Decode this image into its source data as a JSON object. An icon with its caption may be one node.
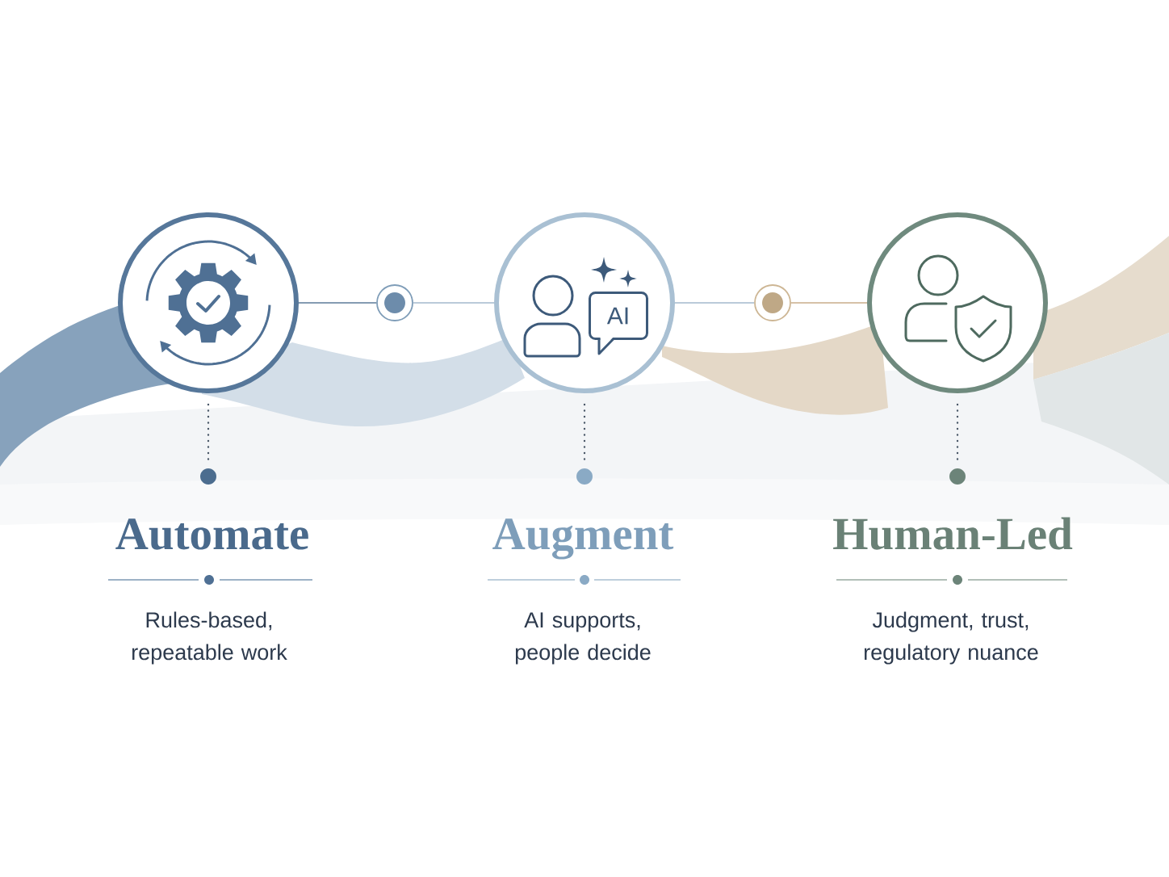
{
  "diagram": {
    "nodes": [
      {
        "text": [],
        "shape": "circle"
      },
      {
        "text": [],
        "shape": "circle"
      },
      {
        "text": [],
        "shape": "circle"
      },
      {
        "text": [
          "AI"
        ],
        "in": 2
      },
      {
        "text": [],
        "shape": "circle"
      },
      {
        "text": [],
        "shape": "circle"
      },
      {
        "text": [],
        "shape": "circle"
      },
      {
        "text": [],
        "shape": "circle"
      },
      {
        "text": [],
        "shape": "circle"
      }
    ],
    "edges": [
      {
        "from": 0,
        "to": 1,
        "arrow": "none",
        "color": "#5b7a99"
      },
      {
        "from": 1,
        "to": 2,
        "arrow": "none",
        "color": "#a3b9cc"
      },
      {
        "from": 2,
        "to": 4,
        "arrow": "none",
        "color": "#a3b9cc"
      },
      {
        "from": 4,
        "to": 5,
        "arrow": "none",
        "color": "#c8ad8a"
      },
      {
        "from": 0,
        "to": 6,
        "arrow": "none",
        "style": "dashed",
        "color": "#4a5868"
      },
      {
        "from": 2,
        "to": 7,
        "arrow": "none",
        "style": "dashed",
        "color": "#4a5868"
      },
      {
        "from": 5,
        "to": 8,
        "arrow": "none",
        "style": "dashed",
        "color": "#4a5868"
      }
    ],
    "labels": [
      "Automate",
      "Augment",
      "Human-Led",
      "Rules-based, repeatable work",
      "AI supports, people decide",
      "Judgment, trust, regulatory nuance"
    ]
  }
}
